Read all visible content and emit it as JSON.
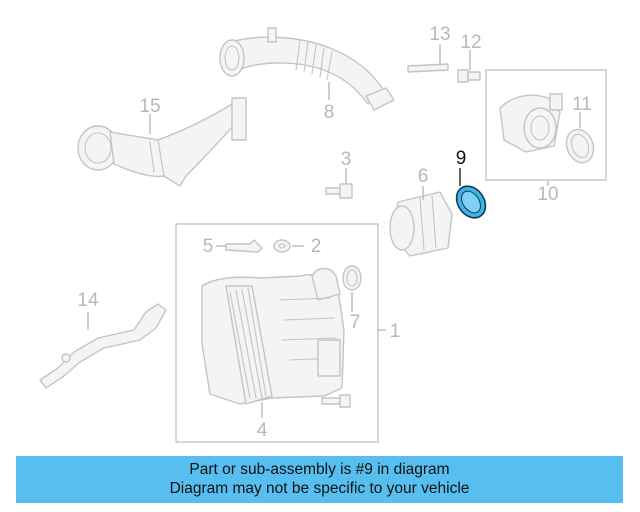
{
  "callouts": {
    "c1": "1",
    "c2": "2",
    "c3": "3",
    "c4": "4",
    "c5": "5",
    "c6": "6",
    "c7": "7",
    "c8": "8",
    "c9": "9",
    "c10": "10",
    "c11": "11",
    "c12": "12",
    "c13": "13",
    "c14": "14",
    "c15": "15"
  },
  "highlight": {
    "callout": "9",
    "fill_color": "#3fb4e6",
    "outline_color": "#123a58"
  },
  "banner": {
    "line1": "Part or sub-assembly is #9 in diagram",
    "line2": "Diagram may not be specific to your vehicle",
    "background": "#56bff0"
  }
}
